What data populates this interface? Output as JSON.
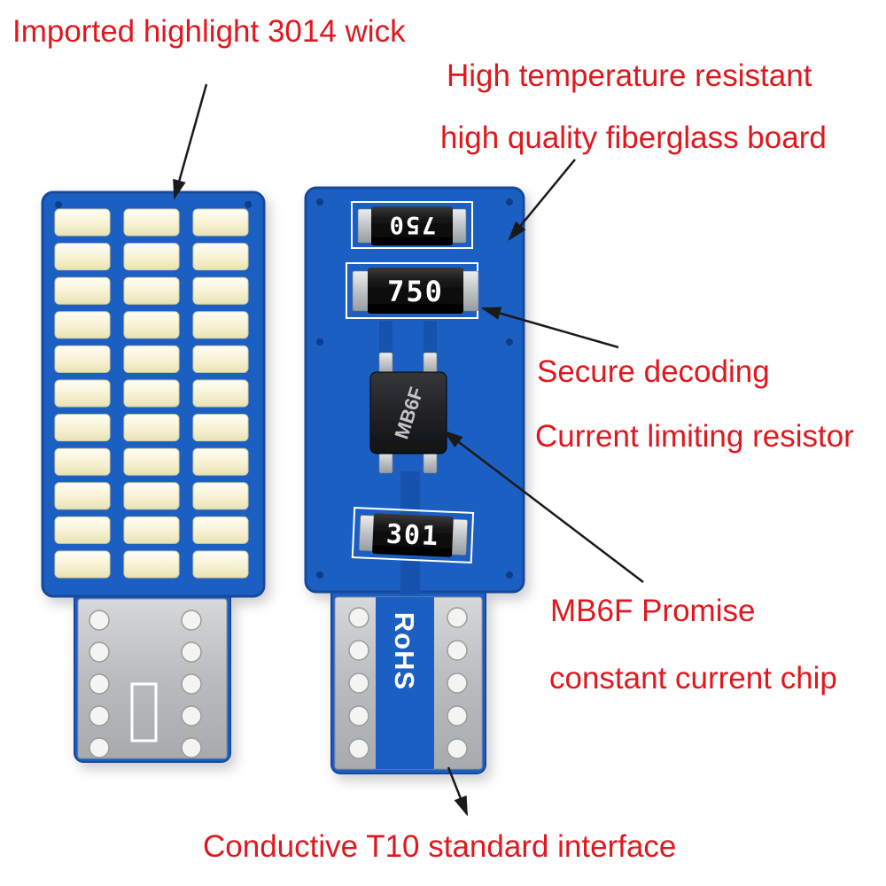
{
  "annotations": {
    "wick": "Imported highlight 3014 wick",
    "board_line1": "High temperature resistant",
    "board_line2": "high quality fiberglass board",
    "decode_line1": "Secure decoding",
    "decode_line2": "Current limiting resistor",
    "chip_line1": "MB6F Promise",
    "chip_line2": "constant current chip",
    "interface": "Conductive T10 standard interface"
  },
  "pcb_text": {
    "resistor_top": "750",
    "resistor_middle": "750",
    "resistor_bottom": "301",
    "driver_chip": "MB6F",
    "rohs": "RoHS"
  },
  "led_grid": {
    "rows": 11,
    "cols": 3
  },
  "contact_holes": {
    "rows_per_column": 5,
    "columns_per_board": 2
  },
  "colors": {
    "annotation_red": "#e0181e",
    "pcb_blue": "#1c5fc2",
    "led_cream": "#f6f0cf",
    "metal_silver": "#c9cccf",
    "arrow_black": "#1a1a1a"
  }
}
